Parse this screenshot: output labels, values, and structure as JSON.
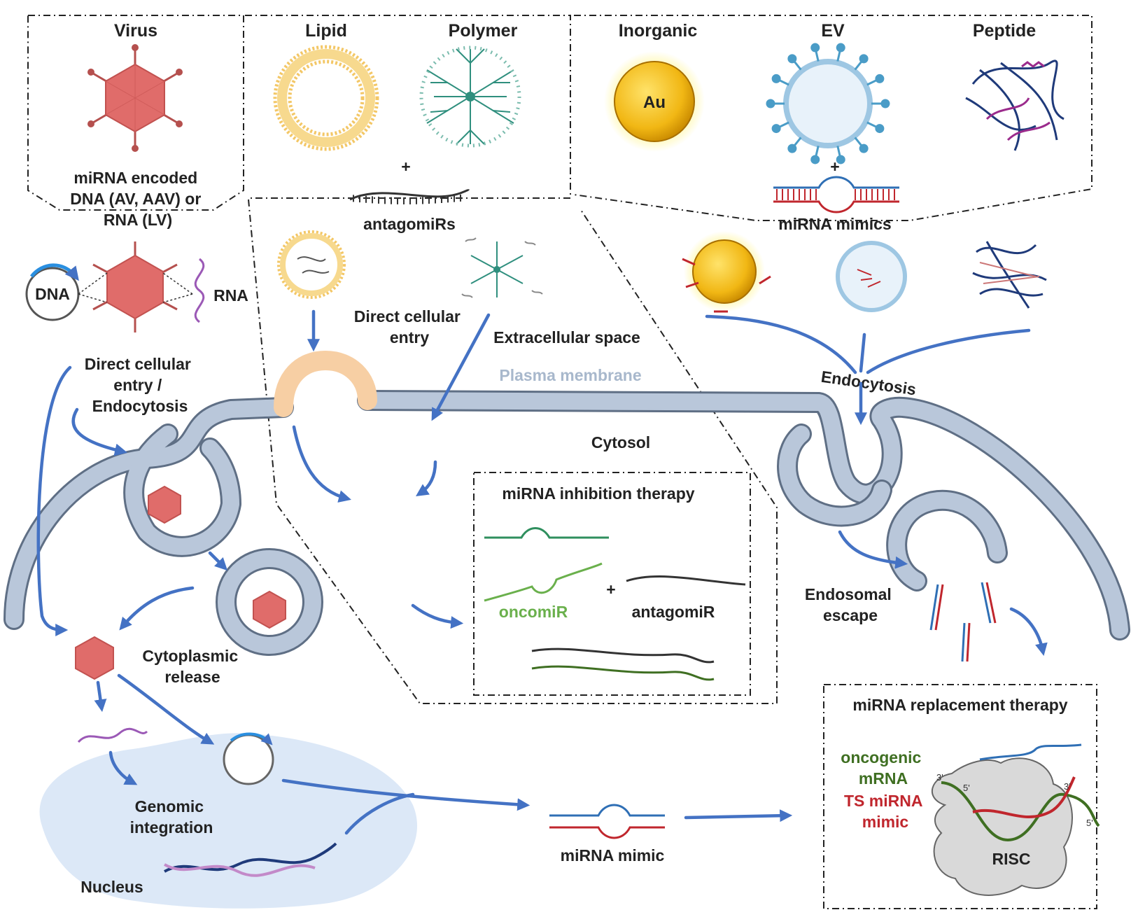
{
  "labels": {
    "virus": "Virus",
    "lipid": "Lipid",
    "polymer": "Polymer",
    "inorganic": "Inorganic",
    "ev": "EV",
    "peptide": "Peptide",
    "au": "Au",
    "plus": "+",
    "virus_desc": [
      "miRNA encoded",
      "DNA (AV, AAV) or",
      "RNA (LV)"
    ],
    "antagomirs": "antagomiRs",
    "mirna_mimics": "miRNA mimics",
    "dna": "DNA",
    "rna": "RNA",
    "direct_entry_endo": [
      "Direct cellular",
      "entry /",
      "Endocytosis"
    ],
    "direct_entry": [
      "Direct cellular",
      "entry"
    ],
    "extracellular_space": "Extracellular space",
    "plasma_membrane": "Plasma membrane",
    "endocytosis": "Endocytosis",
    "cytosol": "Cytosol",
    "inhibition_title": "miRNA inhibition therapy",
    "oncomir": "oncomiR",
    "antagomir": "antagomiR",
    "cytoplasmic_release": [
      "Cytoplasmic",
      "release"
    ],
    "endosomal_escape": [
      "Endosomal",
      "escape"
    ],
    "replacement_title": "miRNA replacement therapy",
    "oncogenic_mrna": [
      "oncogenic",
      "mRNA"
    ],
    "ts_mirna_mimic": [
      "TS miRNA",
      "mimic"
    ],
    "risc": "RISC",
    "prime3a": "3'",
    "prime5a": "5'",
    "prime3b": "3'",
    "prime5b": "5'",
    "genomic_integration": [
      "Genomic",
      "integration"
    ],
    "nucleus": "Nucleus",
    "mirna_mimic": "miRNA mimic"
  },
  "colors": {
    "arrow": "#4472c4",
    "membrane": "#b9c7da",
    "virus": "#e06c6a",
    "lipid": "#f3c766",
    "polymer": "#2f8f7e",
    "gold": "#f1b714",
    "ev": "#4a9cc7",
    "peptide_blue": "#1f3a7a",
    "peptide_purple": "#9b2b8c",
    "oncomir_green": "#6ab04c",
    "oncogenic_green": "#3f6f22",
    "ts_red": "#c0262d",
    "nucleus": "#dce8f7",
    "risc": "#d9d9d9"
  }
}
